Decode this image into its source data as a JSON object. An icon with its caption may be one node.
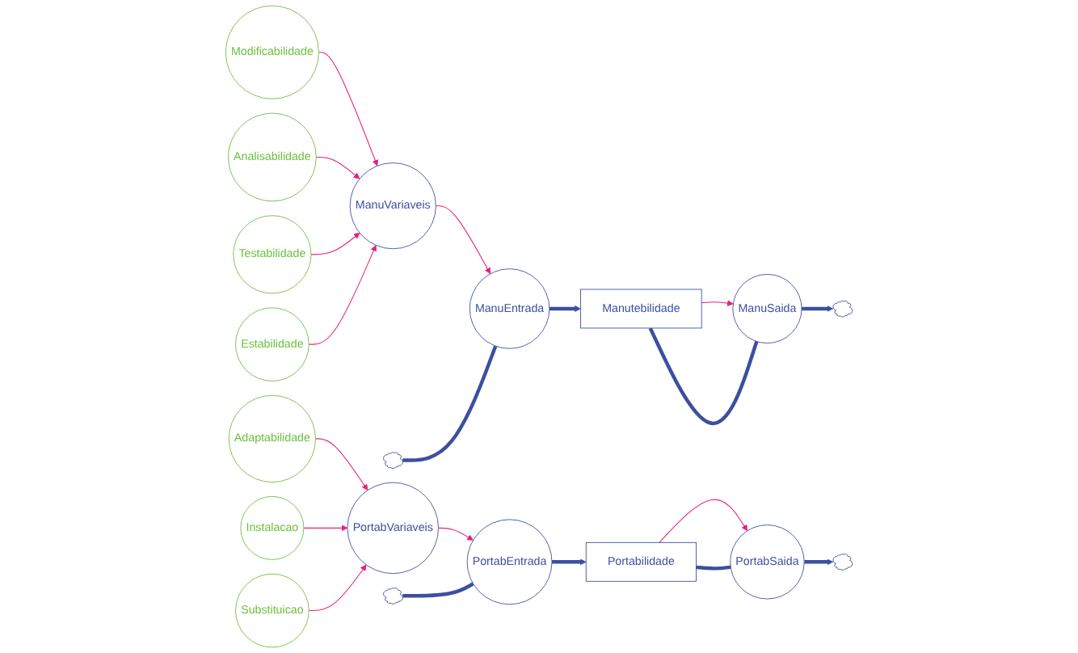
{
  "diagram": {
    "nodes": [
      {
        "text": [
          "Modificabilidade"
        ]
      },
      {
        "text": [
          "Analisabilidade"
        ]
      },
      {
        "text": [
          "Testabilidade"
        ]
      },
      {
        "text": [
          "Estabilidade"
        ]
      },
      {
        "text": [
          "ManuVariaveis"
        ]
      },
      {
        "text": [
          "Manutebilidade"
        ]
      },
      {
        "text": [],
        "shape": "cloud"
      },
      {
        "text": [
          "ManuEntrada"
        ]
      },
      {
        "text": [
          "ManuSaida"
        ]
      },
      {
        "text": [],
        "shape": "cloud"
      },
      {
        "text": [
          "Adaptabilidade"
        ]
      },
      {
        "text": [
          "Instalacao"
        ]
      },
      {
        "text": [
          "Substituicao"
        ]
      },
      {
        "text": [
          "PortabVariaveis"
        ]
      },
      {
        "text": [
          "Portabilidade"
        ]
      },
      {
        "text": [],
        "shape": "cloud"
      },
      {
        "text": [
          "PortabEntrada"
        ]
      },
      {
        "text": [
          "PortabSaida"
        ]
      },
      {
        "text": [],
        "shape": "cloud"
      }
    ],
    "edges": [
      {
        "from": 0,
        "to": 4,
        "arrow": "to"
      },
      {
        "from": 1,
        "to": 4,
        "arrow": "to"
      },
      {
        "from": 2,
        "to": 4,
        "arrow": "to"
      },
      {
        "from": 3,
        "to": 4,
        "arrow": "to"
      },
      {
        "from": 4,
        "to": 7,
        "arrow": "to"
      },
      {
        "from": 6,
        "to": 7,
        "arrow": "none",
        "style": "thick",
        "color": "#3c4fa0"
      },
      {
        "from": 7,
        "to": 5,
        "arrow": "to",
        "style": "thick",
        "color": "#3c4fa0"
      },
      {
        "from": 5,
        "to": 8,
        "arrow": "to"
      },
      {
        "from": 5,
        "to": 8,
        "arrow": "none",
        "style": "thick",
        "color": "#3c4fa0"
      },
      {
        "from": 8,
        "to": 9,
        "arrow": "to",
        "style": "thick",
        "color": "#3c4fa0"
      },
      {
        "from": 10,
        "to": 13,
        "arrow": "to"
      },
      {
        "from": 11,
        "to": 13,
        "arrow": "to"
      },
      {
        "from": 12,
        "to": 13,
        "arrow": "to"
      },
      {
        "from": 13,
        "to": 16,
        "arrow": "to"
      },
      {
        "from": 15,
        "to": 16,
        "arrow": "none",
        "style": "thick",
        "color": "#3c4fa0"
      },
      {
        "from": 16,
        "to": 14,
        "arrow": "to",
        "style": "thick",
        "color": "#3c4fa0"
      },
      {
        "from": 14,
        "to": 17,
        "arrow": "to"
      },
      {
        "from": 14,
        "to": 17,
        "arrow": "none",
        "style": "thick",
        "color": "#3c4fa0"
      },
      {
        "from": 17,
        "to": 18,
        "arrow": "to",
        "style": "thick",
        "color": "#3c4fa0"
      }
    ]
  }
}
